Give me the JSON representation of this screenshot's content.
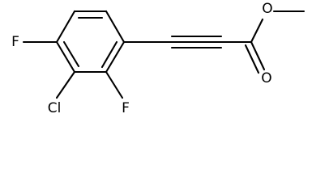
{
  "molecule": {
    "atoms": {
      "fluorine_top": "F",
      "chlorine": "Cl",
      "fluorine_bottom": "F",
      "carbonyl_oxygen": "O",
      "ester_oxygen": "O"
    }
  }
}
